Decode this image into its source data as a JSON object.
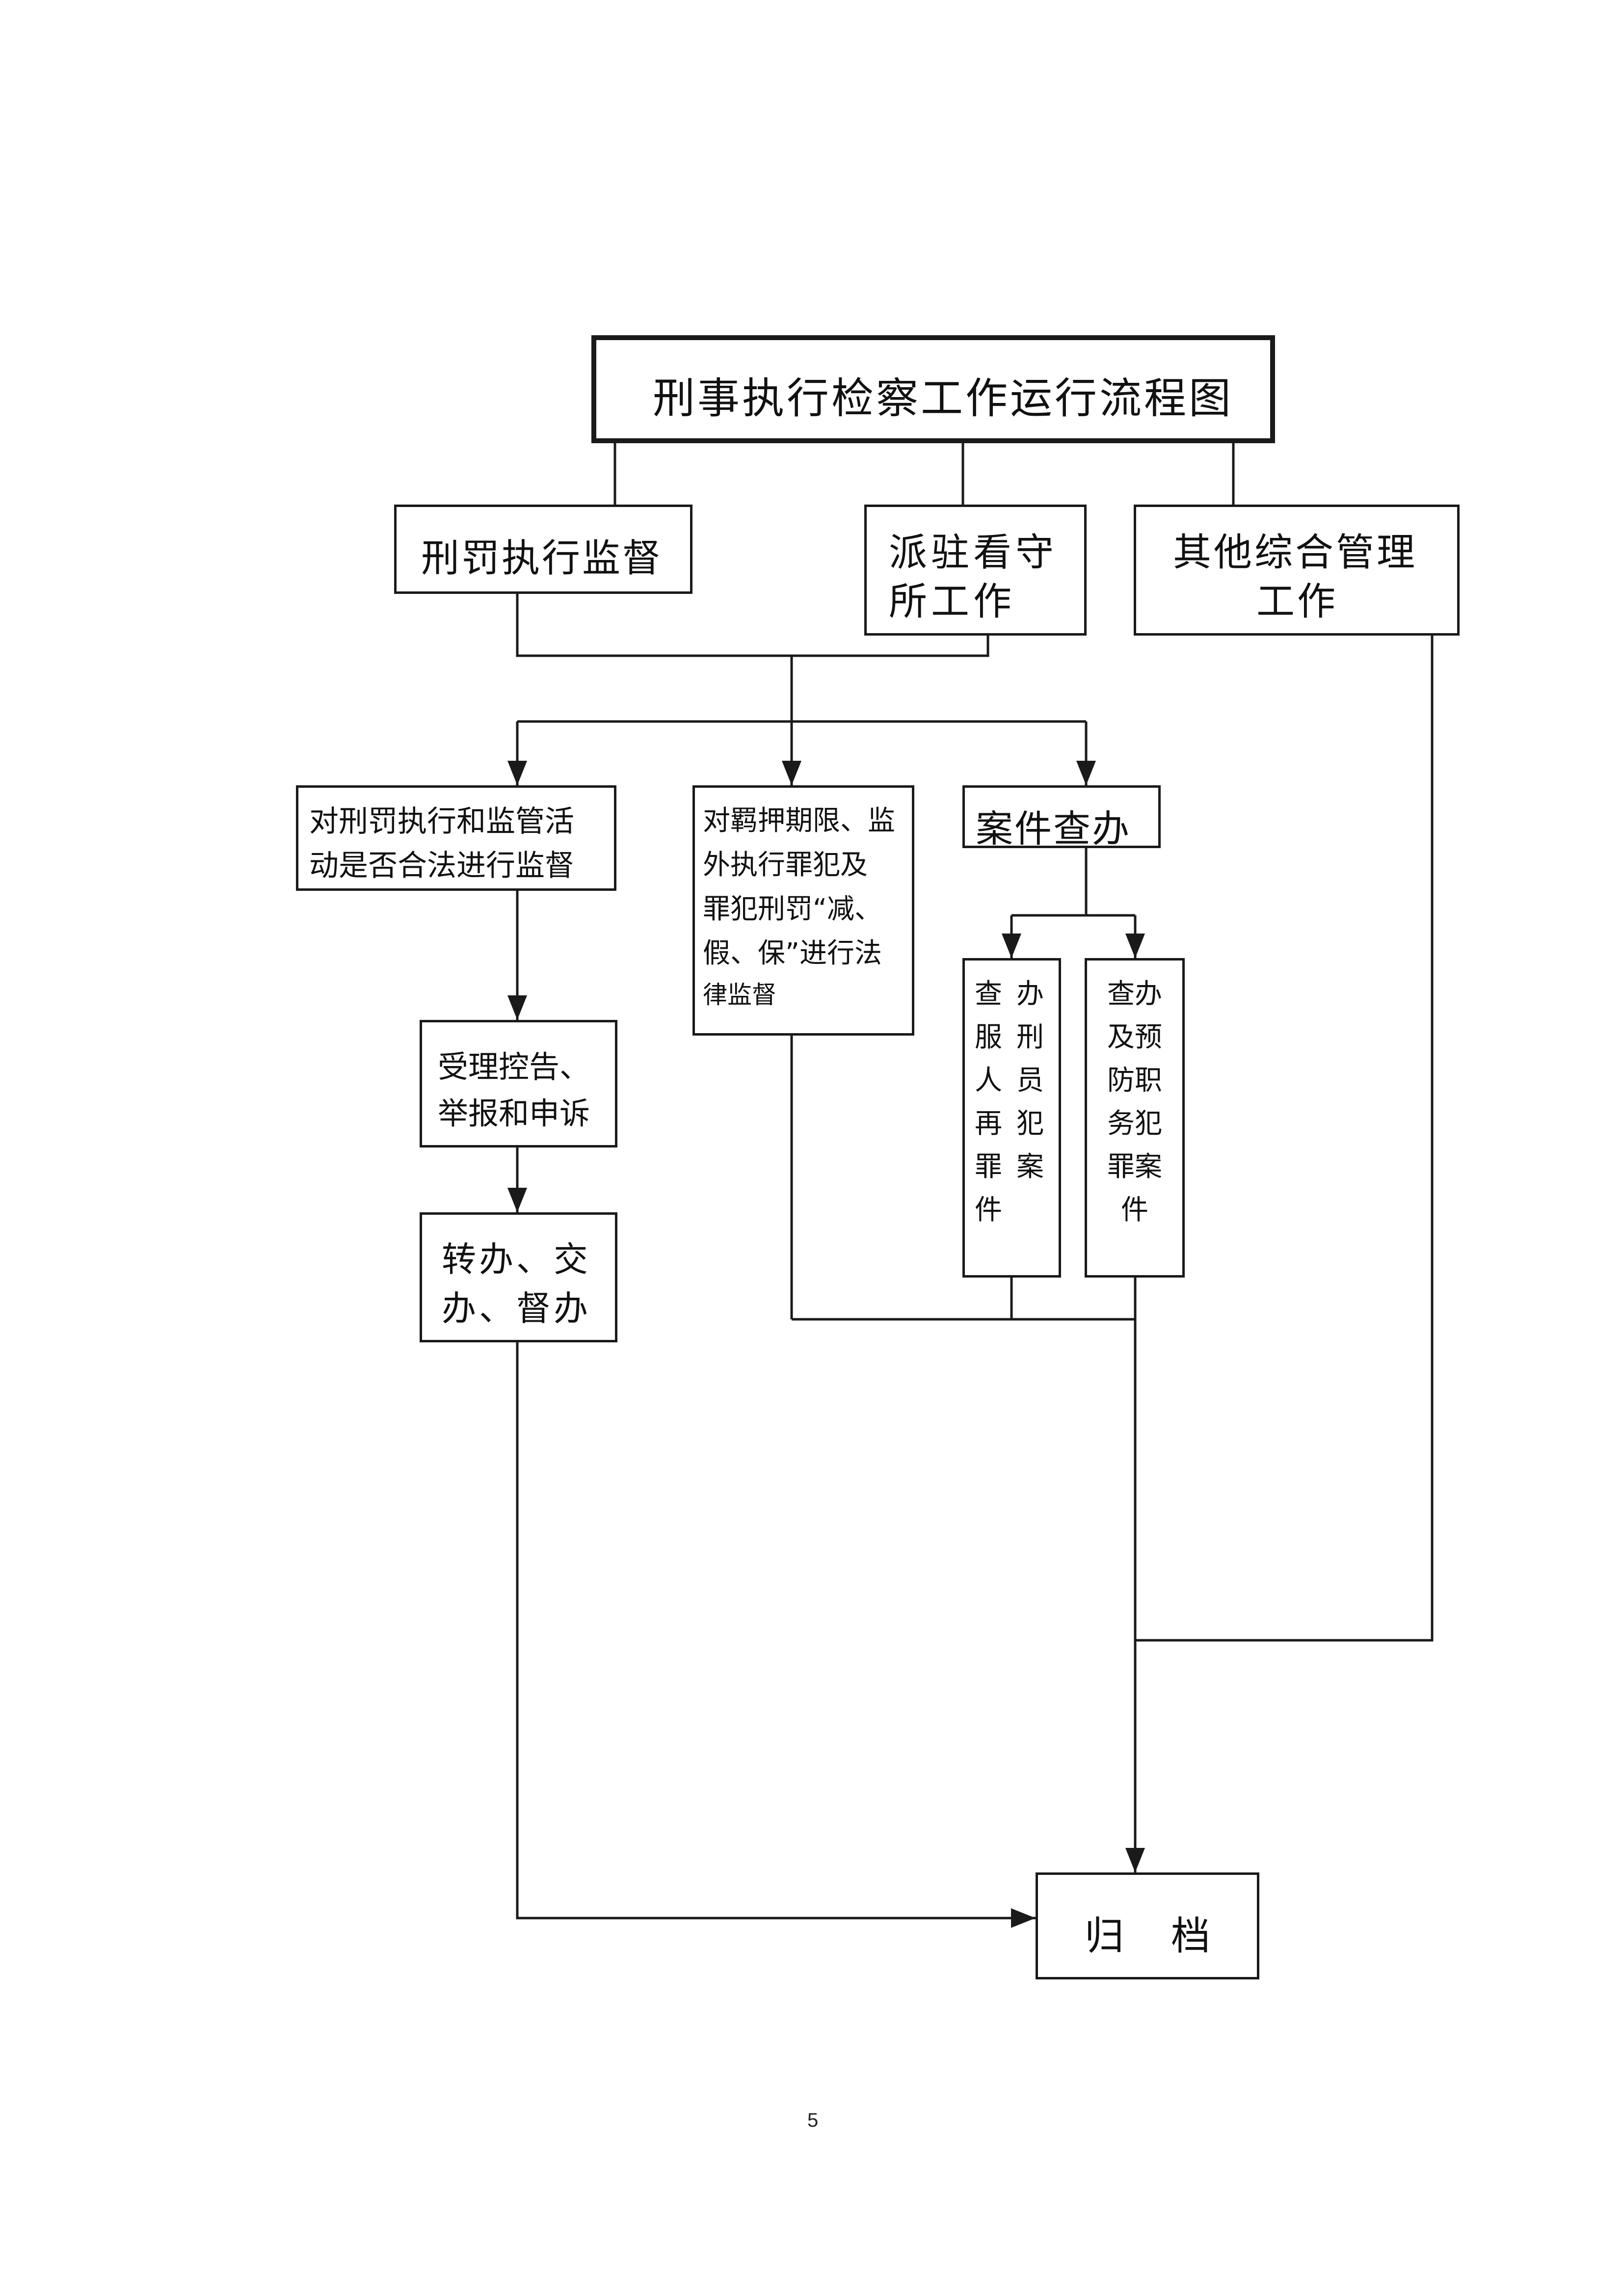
{
  "title": "刑事执行检察工作运行流程图",
  "branches": {
    "penalty": "刑罚执行监督",
    "detention_line1": "派驻看守",
    "detention_line2": "所工作",
    "other_line1": "其他综合管理",
    "other_line2": "工作"
  },
  "supervise": {
    "line1": "对刑罚执行和监管活",
    "line2": "动是否合法进行监督"
  },
  "term": {
    "line1": "对羁押期限、监",
    "line2": "外执行罪犯及",
    "line3": "罪犯刑罚“减、",
    "line4": "假、保”进行法",
    "line5": "律监督"
  },
  "case": {
    "label": "案件查办"
  },
  "case_sub_a": {
    "col1": "查服人再罪件",
    "col2": "办刑员犯案"
  },
  "case_sub_b": {
    "col1": "查办及预防职务犯罪案件"
  },
  "complaint": {
    "line1": "受理控告、",
    "line2": "举报和申诉"
  },
  "transfer": {
    "line1": "转办、交",
    "line2": "办、督办"
  },
  "archive": {
    "label": "归　档"
  },
  "page_number": "5"
}
